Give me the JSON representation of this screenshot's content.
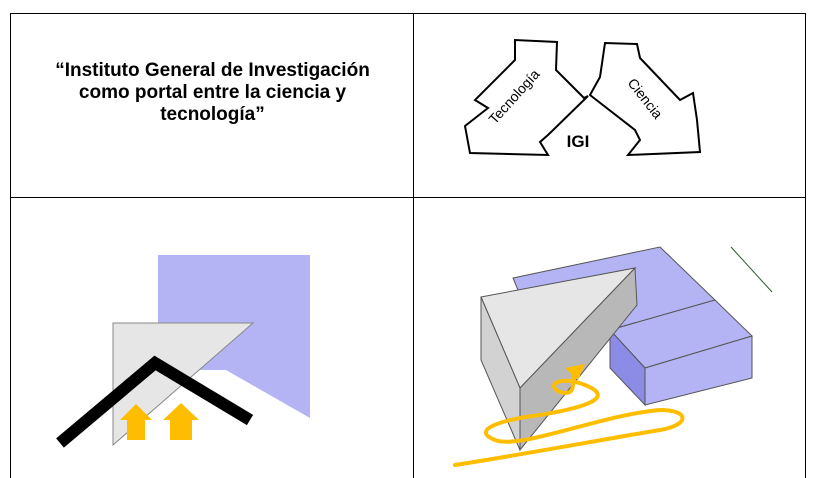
{
  "cells": {
    "concept_text": {
      "line1": "“Instituto General de Investigación",
      "line2": "como portal entre la ciencia y",
      "line3": "tecnología”"
    },
    "arrows_diagram": {
      "left_arrow_label": "Tecnología",
      "right_arrow_label": "Ciencia",
      "center_label": "IGI"
    }
  },
  "colors": {
    "lavender": "#b4b4f5",
    "lavender_dark": "#8c8ce6",
    "gray_light": "#e6e6e6",
    "gray_mid": "#c8c8c8",
    "orange": "#ffbd00",
    "black": "#000000",
    "line_green": "#2f5a2f"
  }
}
